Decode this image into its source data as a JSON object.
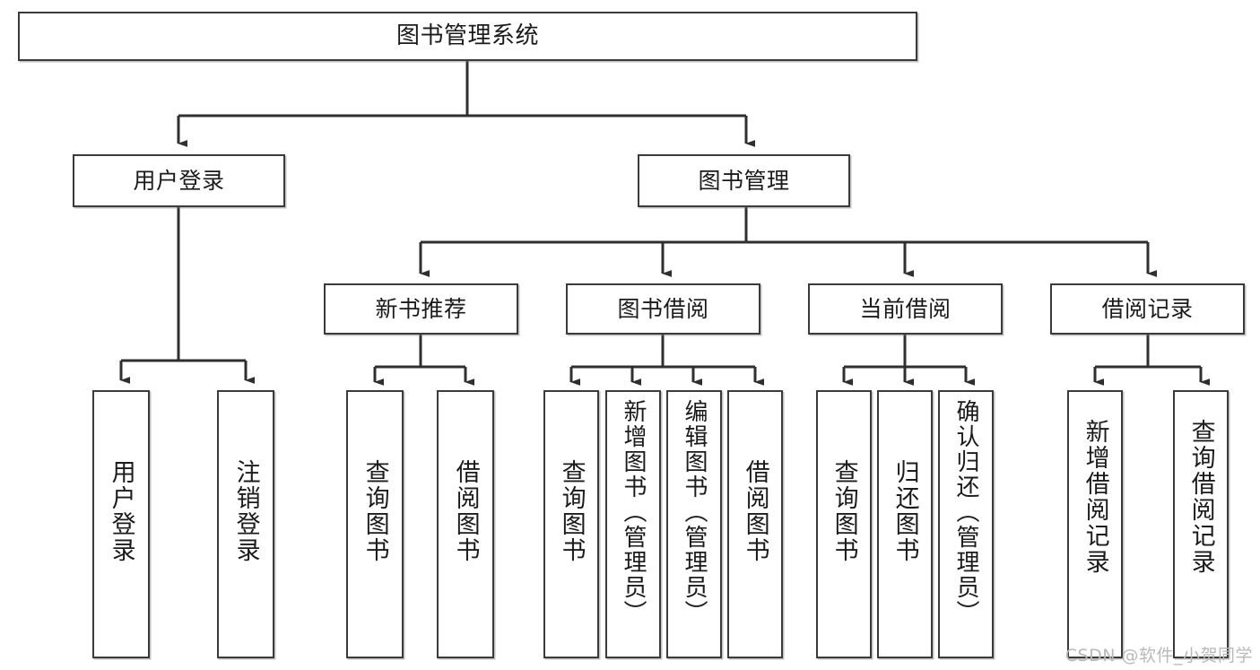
{
  "diagram": {
    "type": "tree-hierarchy",
    "title": "图书管理系统",
    "orientation": "top-down",
    "colors": {
      "box_border": "#3b3b3b",
      "box_fill": "#ffffff",
      "connector": "#2f2f2f",
      "text": "#1b1b1b",
      "watermark": "#b9b9b9"
    },
    "nodes": {
      "root": {
        "label": "图书管理系统",
        "level": 1
      },
      "level2": [
        {
          "id": "user-login",
          "label": "用户登录"
        },
        {
          "id": "book-manage",
          "label": "图书管理"
        }
      ],
      "level3": [
        {
          "id": "new-book-recommend",
          "label": "新书推荐"
        },
        {
          "id": "book-borrow",
          "label": "图书借阅"
        },
        {
          "id": "current-borrow",
          "label": "当前借阅"
        },
        {
          "id": "borrow-record",
          "label": "借阅记录"
        }
      ],
      "leaves": {
        "user-login": [
          {
            "id": "leaf-user-login",
            "label": "用户登录"
          },
          {
            "id": "leaf-logout-login",
            "label": "注销登录"
          }
        ],
        "new-book-recommend": [
          {
            "id": "leaf-query-book-1",
            "label": "查询图书"
          },
          {
            "id": "leaf-borrow-book-1",
            "label": "借阅图书"
          }
        ],
        "book-borrow": [
          {
            "id": "leaf-query-book-2",
            "label": "查询图书"
          },
          {
            "id": "leaf-add-book",
            "label": "新增图书（管理员）"
          },
          {
            "id": "leaf-edit-book",
            "label": "编辑图书（管理员）"
          },
          {
            "id": "leaf-borrow-book-2",
            "label": "借阅图书"
          }
        ],
        "current-borrow": [
          {
            "id": "leaf-query-book-3",
            "label": "查询图书"
          },
          {
            "id": "leaf-return-book",
            "label": "归还图书"
          },
          {
            "id": "leaf-confirm-return",
            "label": "确认归还（管理员）"
          }
        ],
        "borrow-record": [
          {
            "id": "leaf-add-record",
            "label": "新增借阅记录"
          },
          {
            "id": "leaf-query-record",
            "label": "查询借阅记录"
          }
        ]
      }
    },
    "watermark": "CSDN @软件_小贺同学"
  }
}
